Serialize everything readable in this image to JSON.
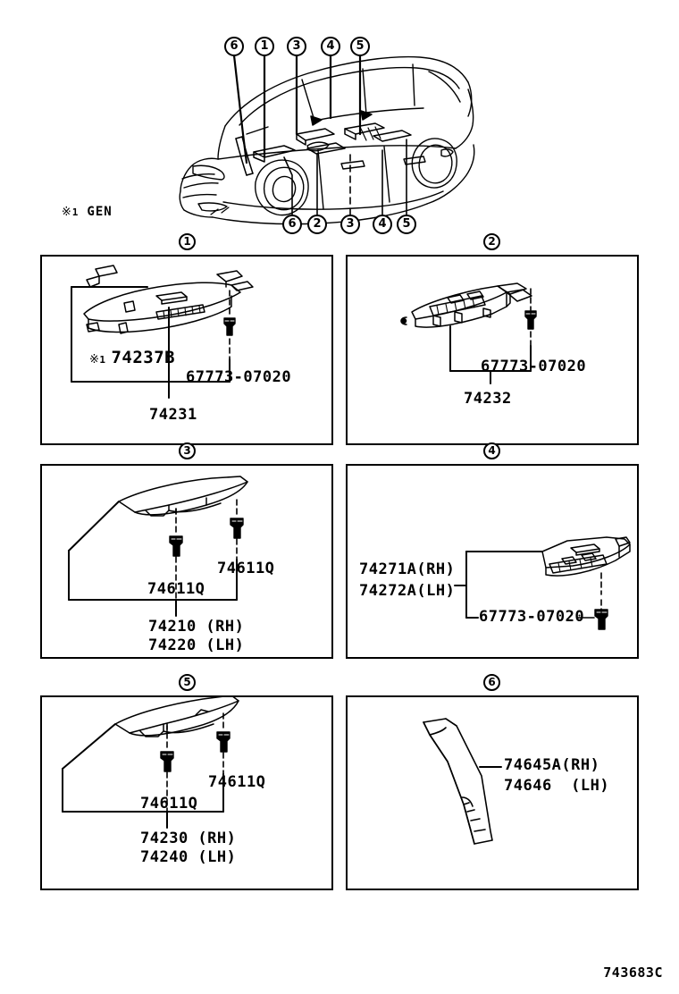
{
  "diagram": {
    "code": "743683C",
    "footnote": {
      "marker": "※",
      "marker_num": "1",
      "text": "GEN"
    },
    "vehicle_callouts_top": [
      "6",
      "1",
      "3",
      "4",
      "5"
    ],
    "vehicle_callouts_bottom": [
      "6",
      "2",
      "3",
      "4",
      "5"
    ]
  },
  "panels": [
    {
      "number": "1",
      "labels": [
        {
          "id": "p1-74237b",
          "text": "74237B",
          "footnote_marker": "※",
          "footnote_num": "1"
        },
        {
          "id": "p1-clip",
          "text": "67773-07020"
        },
        {
          "id": "p1-main",
          "text": "74231"
        }
      ]
    },
    {
      "number": "2",
      "labels": [
        {
          "id": "p2-clip",
          "text": "67773-07020"
        },
        {
          "id": "p2-main",
          "text": "74232"
        }
      ]
    },
    {
      "number": "3",
      "labels": [
        {
          "id": "p3-clip-right",
          "text": "74611Q"
        },
        {
          "id": "p3-clip-left",
          "text": "74611Q"
        },
        {
          "id": "p3-main-rh",
          "text": "74210 (RH)"
        },
        {
          "id": "p3-main-lh",
          "text": "74220 (LH)"
        }
      ]
    },
    {
      "number": "4",
      "labels": [
        {
          "id": "p4-main-rh",
          "text": "74271A(RH)"
        },
        {
          "id": "p4-main-lh",
          "text": "74272A(LH)"
        },
        {
          "id": "p4-clip",
          "text": "67773-07020"
        }
      ]
    },
    {
      "number": "5",
      "labels": [
        {
          "id": "p5-clip-right",
          "text": "74611Q"
        },
        {
          "id": "p5-clip-left",
          "text": "74611Q"
        },
        {
          "id": "p5-main-rh",
          "text": "74230 (RH)"
        },
        {
          "id": "p5-main-lh",
          "text": "74240 (LH)"
        }
      ]
    },
    {
      "number": "6",
      "labels": [
        {
          "id": "p6-main-rh",
          "text": "74645A(RH)"
        },
        {
          "id": "p6-main-lh",
          "text": "74646  (LH)"
        }
      ]
    }
  ]
}
